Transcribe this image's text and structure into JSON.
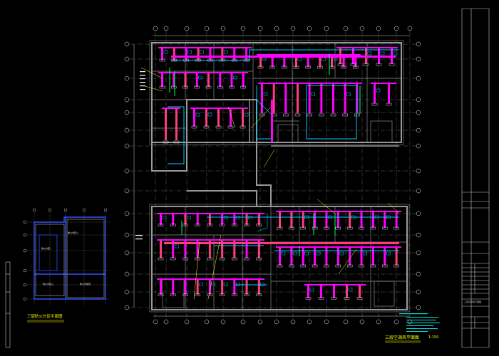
{
  "drawing": {
    "main_plan_title": "三层空调风平面图",
    "main_plan_scale": "1:150",
    "inset_plan_title": "三层防火分区平面图",
    "inset_zone_labels": [
      "防火分区一",
      "防火分区二",
      "防火分区三",
      "防火分区四"
    ]
  },
  "title_block": {
    "sheet_name": "三层空调风平面图"
  },
  "colors": {
    "background": "#000000",
    "grid_axis": "#7f7f7f",
    "wall": "#9a9a9a",
    "duct": "#ff00ff",
    "duct_alt": "#ff3b7f",
    "supply": "#00c8ff",
    "note": "#ffff00",
    "partition": "#3050ff",
    "frame": "#ffffff",
    "green": "#00ff60"
  }
}
